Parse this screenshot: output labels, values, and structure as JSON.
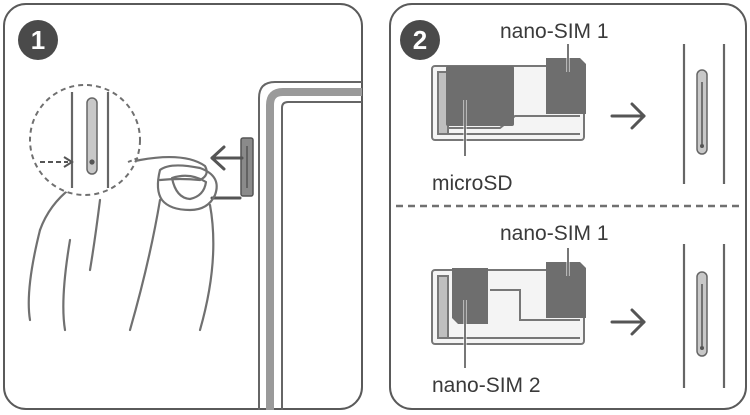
{
  "panels": [
    {
      "step": "1"
    },
    {
      "step": "2",
      "configs": [
        {
          "sim_label": "nano-SIM 1",
          "card_label": "microSD"
        },
        {
          "sim_label": "nano-SIM 1",
          "card_label": "nano-SIM 2"
        }
      ]
    }
  ],
  "colors": {
    "stroke": "#5a5a5a",
    "card": "#6e6e6e",
    "tray": "#9a9a9a",
    "badge": "#4a4a4a",
    "background": "#ffffff"
  },
  "icons": {
    "push_arrow": "arrow-left-icon",
    "flow_arrow": "arrow-right-icon"
  }
}
